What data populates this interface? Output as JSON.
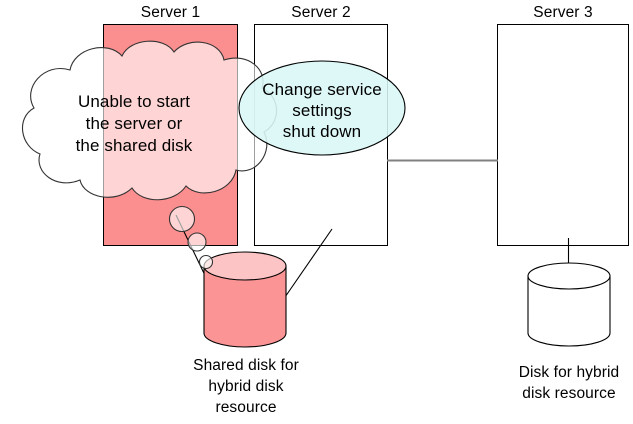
{
  "diagram": {
    "title_hidden": "",
    "servers": [
      {
        "id": "server1",
        "label": "Server 1",
        "state": "failed",
        "fill": "#fb8e8e"
      },
      {
        "id": "server2",
        "label": "Server 2",
        "state": "normal",
        "fill": "#ffffff"
      },
      {
        "id": "server3",
        "label": "Server 3",
        "state": "normal",
        "fill": "#ffffff"
      }
    ],
    "cloud": {
      "text": "Unable  to start\nthe server or\nthe shared disk",
      "fill": "#ffffff",
      "stroke": "#000000"
    },
    "balloon": {
      "text": "Change  service\nsettings\nshut down",
      "fill": "#d9f7f7",
      "stroke": "#000000"
    },
    "disks": [
      {
        "id": "shared-disk",
        "caption": "Shared disk for\nhybrid disk\nresource",
        "fill": "#fb9494",
        "top_fill": "#fcc4c4"
      },
      {
        "id": "hybrid-disk",
        "caption": "Disk for hybrid\ndisk resource",
        "fill": "#ffffff",
        "top_fill": "#ffffff"
      }
    ],
    "connector": {
      "id": "interconnect",
      "color": "#808080"
    },
    "colors": {
      "failed_server": "#fb8e8e",
      "balloon_fill": "#d9f7f7",
      "disk_fill": "#fb9494",
      "line": "#000000",
      "interconnect": "#808080"
    }
  }
}
